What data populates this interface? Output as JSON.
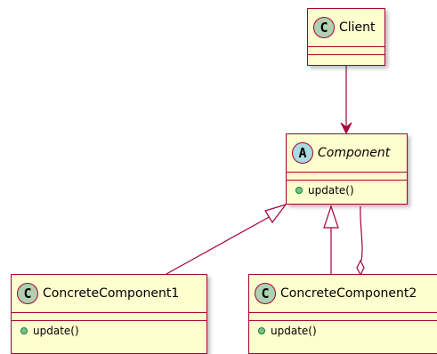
{
  "client": {
    "stereo": "C",
    "name": "Client"
  },
  "component": {
    "stereo": "A",
    "name": "Component",
    "method": "update()"
  },
  "concrete1": {
    "stereo": "C",
    "name": "ConcreteComponent1",
    "method": "update()"
  },
  "concrete2": {
    "stereo": "C",
    "name": "ConcreteComponent2",
    "method": "update()"
  },
  "colors": {
    "border": "#A80036",
    "fill": "#FEFECE",
    "class_badge": "#ADD1B2",
    "abstract_badge": "#A9DCDF",
    "method_dot": "#84BE84"
  },
  "relations": [
    {
      "from": "Client",
      "to": "Component",
      "kind": "association-arrow"
    },
    {
      "from": "ConcreteComponent1",
      "to": "Component",
      "kind": "inheritance"
    },
    {
      "from": "ConcreteComponent2",
      "to": "Component",
      "kind": "inheritance"
    },
    {
      "from": "ConcreteComponent2",
      "to": "Component",
      "kind": "aggregation"
    }
  ]
}
